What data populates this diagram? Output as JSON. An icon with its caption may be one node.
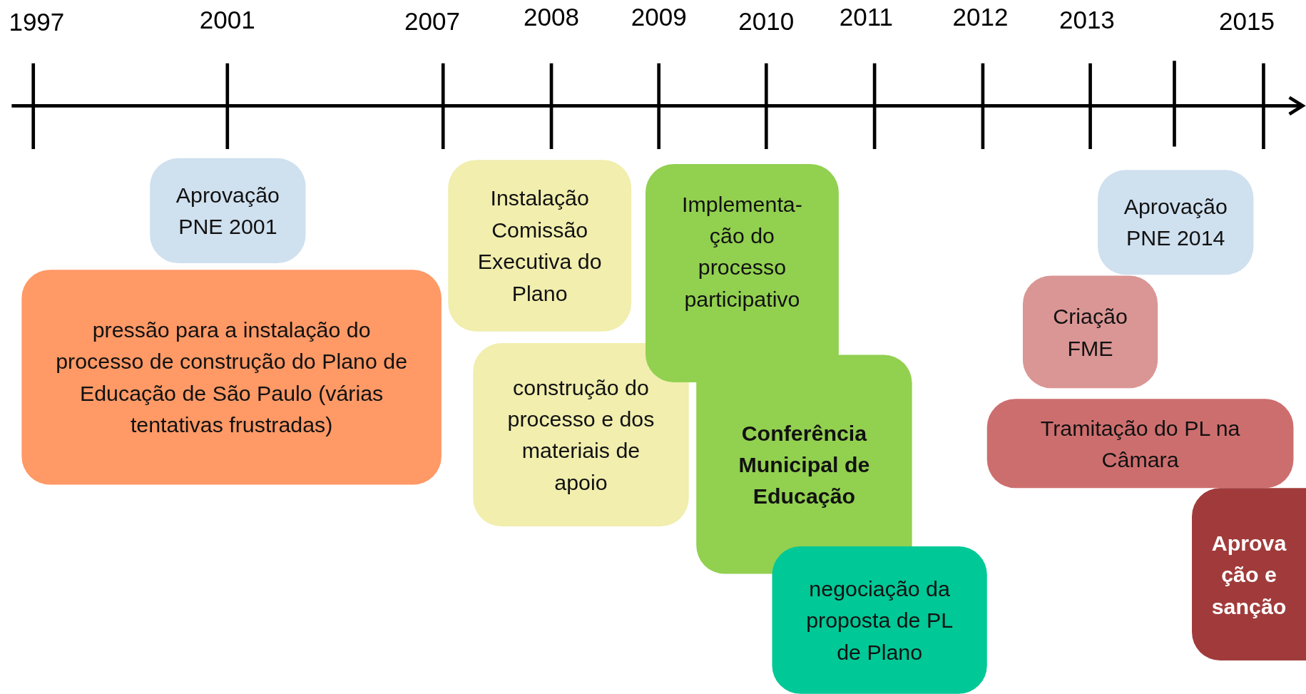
{
  "diagram": {
    "nodes": [
      {
        "text": [
          "Aprovação PNE 2001"
        ]
      },
      {
        "text": [
          "pressão para a instalação do processo de construção do Plano de Educação de São Paulo (várias tentativas frustradas)"
        ]
      },
      {
        "text": [
          "Instalação Comissão Executiva do Plano"
        ]
      },
      {
        "text": [
          "construção do processo e dos materiais de apoio"
        ]
      },
      {
        "text": [
          "Implementa- ção do processo participativo"
        ]
      },
      {
        "text": [
          "Conferência Municipal de Educação"
        ]
      },
      {
        "text": [
          "negociação da proposta de PL de Plano"
        ]
      },
      {
        "text": [
          "Aprovação PNE 2014"
        ]
      },
      {
        "text": [
          "Criação FME"
        ]
      },
      {
        "text": [
          "Tramitação do PL na Câmara"
        ]
      },
      {
        "text": [
          "Aprova ção e sanção"
        ]
      }
    ],
    "edges": [],
    "labels": [
      "1997",
      "2001",
      "2007",
      "2008",
      "2009",
      "2010",
      "2011",
      "2012",
      "2013",
      "2015"
    ]
  }
}
